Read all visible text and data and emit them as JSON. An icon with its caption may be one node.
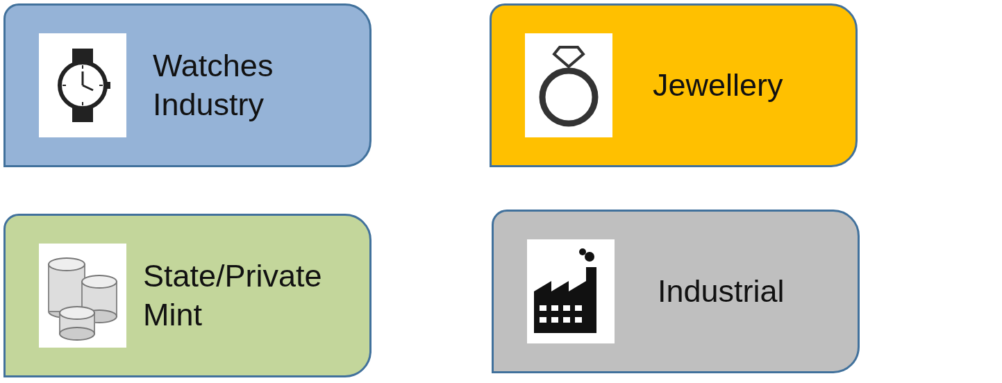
{
  "diagram": {
    "nodes": [
      {
        "text": [
          "Watches Industry"
        ]
      },
      {
        "text": [
          "Jewellery"
        ]
      },
      {
        "text": [
          "State/Private Mint"
        ]
      },
      {
        "text": [
          "Industrial"
        ]
      }
    ]
  }
}
